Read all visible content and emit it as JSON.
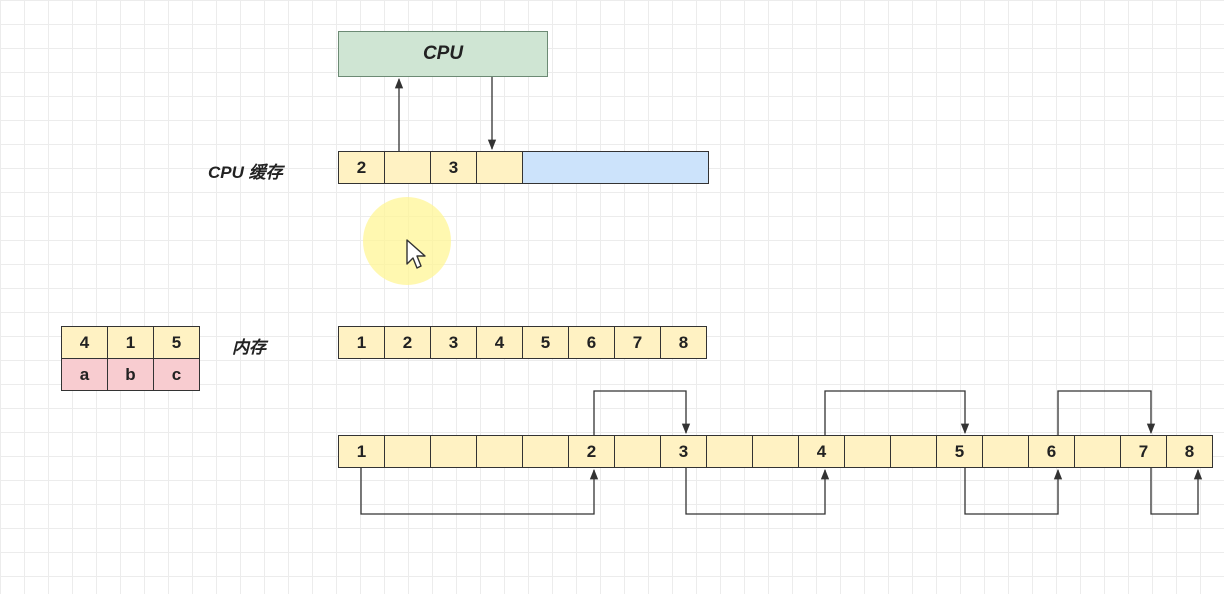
{
  "cpu": {
    "title": "CPU"
  },
  "cache": {
    "label": "CPU 缓存",
    "cells": [
      "2",
      "",
      "3",
      ""
    ]
  },
  "memory": {
    "label": "内存",
    "cells": [
      "1",
      "2",
      "3",
      "4",
      "5",
      "6",
      "7",
      "8"
    ]
  },
  "mapping_table": {
    "top": [
      "4",
      "1",
      "5"
    ],
    "bottom": [
      "a",
      "b",
      "c"
    ]
  },
  "scattered_row": {
    "cells": [
      "1",
      "",
      "",
      "",
      "",
      "2",
      "",
      "3",
      "",
      "",
      "4",
      "",
      "",
      "5",
      "",
      "6",
      "",
      "7",
      "8"
    ]
  },
  "colors": {
    "cpu_fill": "#cfe5d3",
    "cell_fill": "#fff2c3",
    "cache_free_fill": "#cce3fb",
    "pink_fill": "#f8ccd0",
    "cursor_highlight": "#fff596"
  }
}
